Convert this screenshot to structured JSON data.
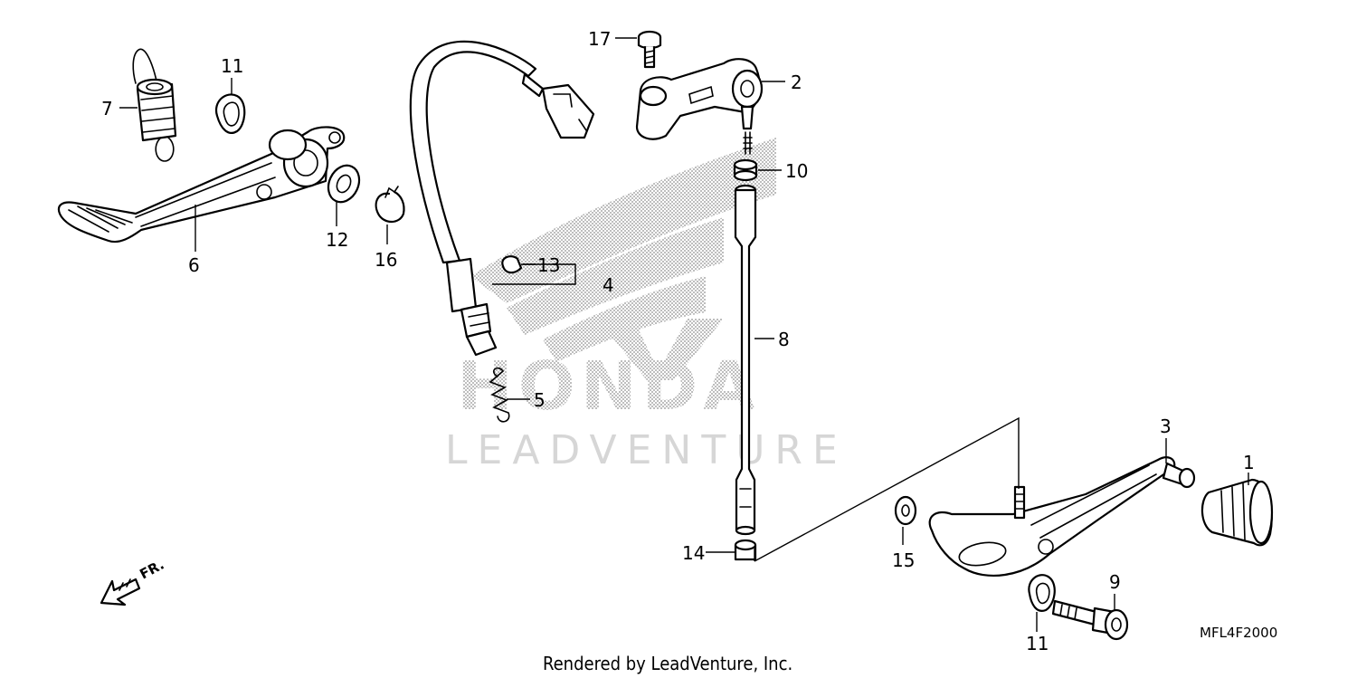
{
  "watermark": {
    "brand": "HONDA",
    "dealer": "LEADVENTURE"
  },
  "footer": {
    "credit": "Rendered by LeadVenture, Inc.",
    "diagram_code": "MFL4F2000"
  },
  "front_indicator": {
    "label": "FR.",
    "icon": "arrow-front-icon"
  },
  "callouts": {
    "c1": "1",
    "c2": "2",
    "c3": "3",
    "c4": "4",
    "c5": "5",
    "c6": "6",
    "c7": "7",
    "c8": "8",
    "c9": "9",
    "c10": "10",
    "c11a": "11",
    "c11b": "11",
    "c12": "12",
    "c13": "13",
    "c14": "14",
    "c15": "15",
    "c16": "16",
    "c17": "17"
  },
  "colors": {
    "line": "#000000",
    "watermark": "#bdbdbd",
    "background": "#ffffff"
  }
}
